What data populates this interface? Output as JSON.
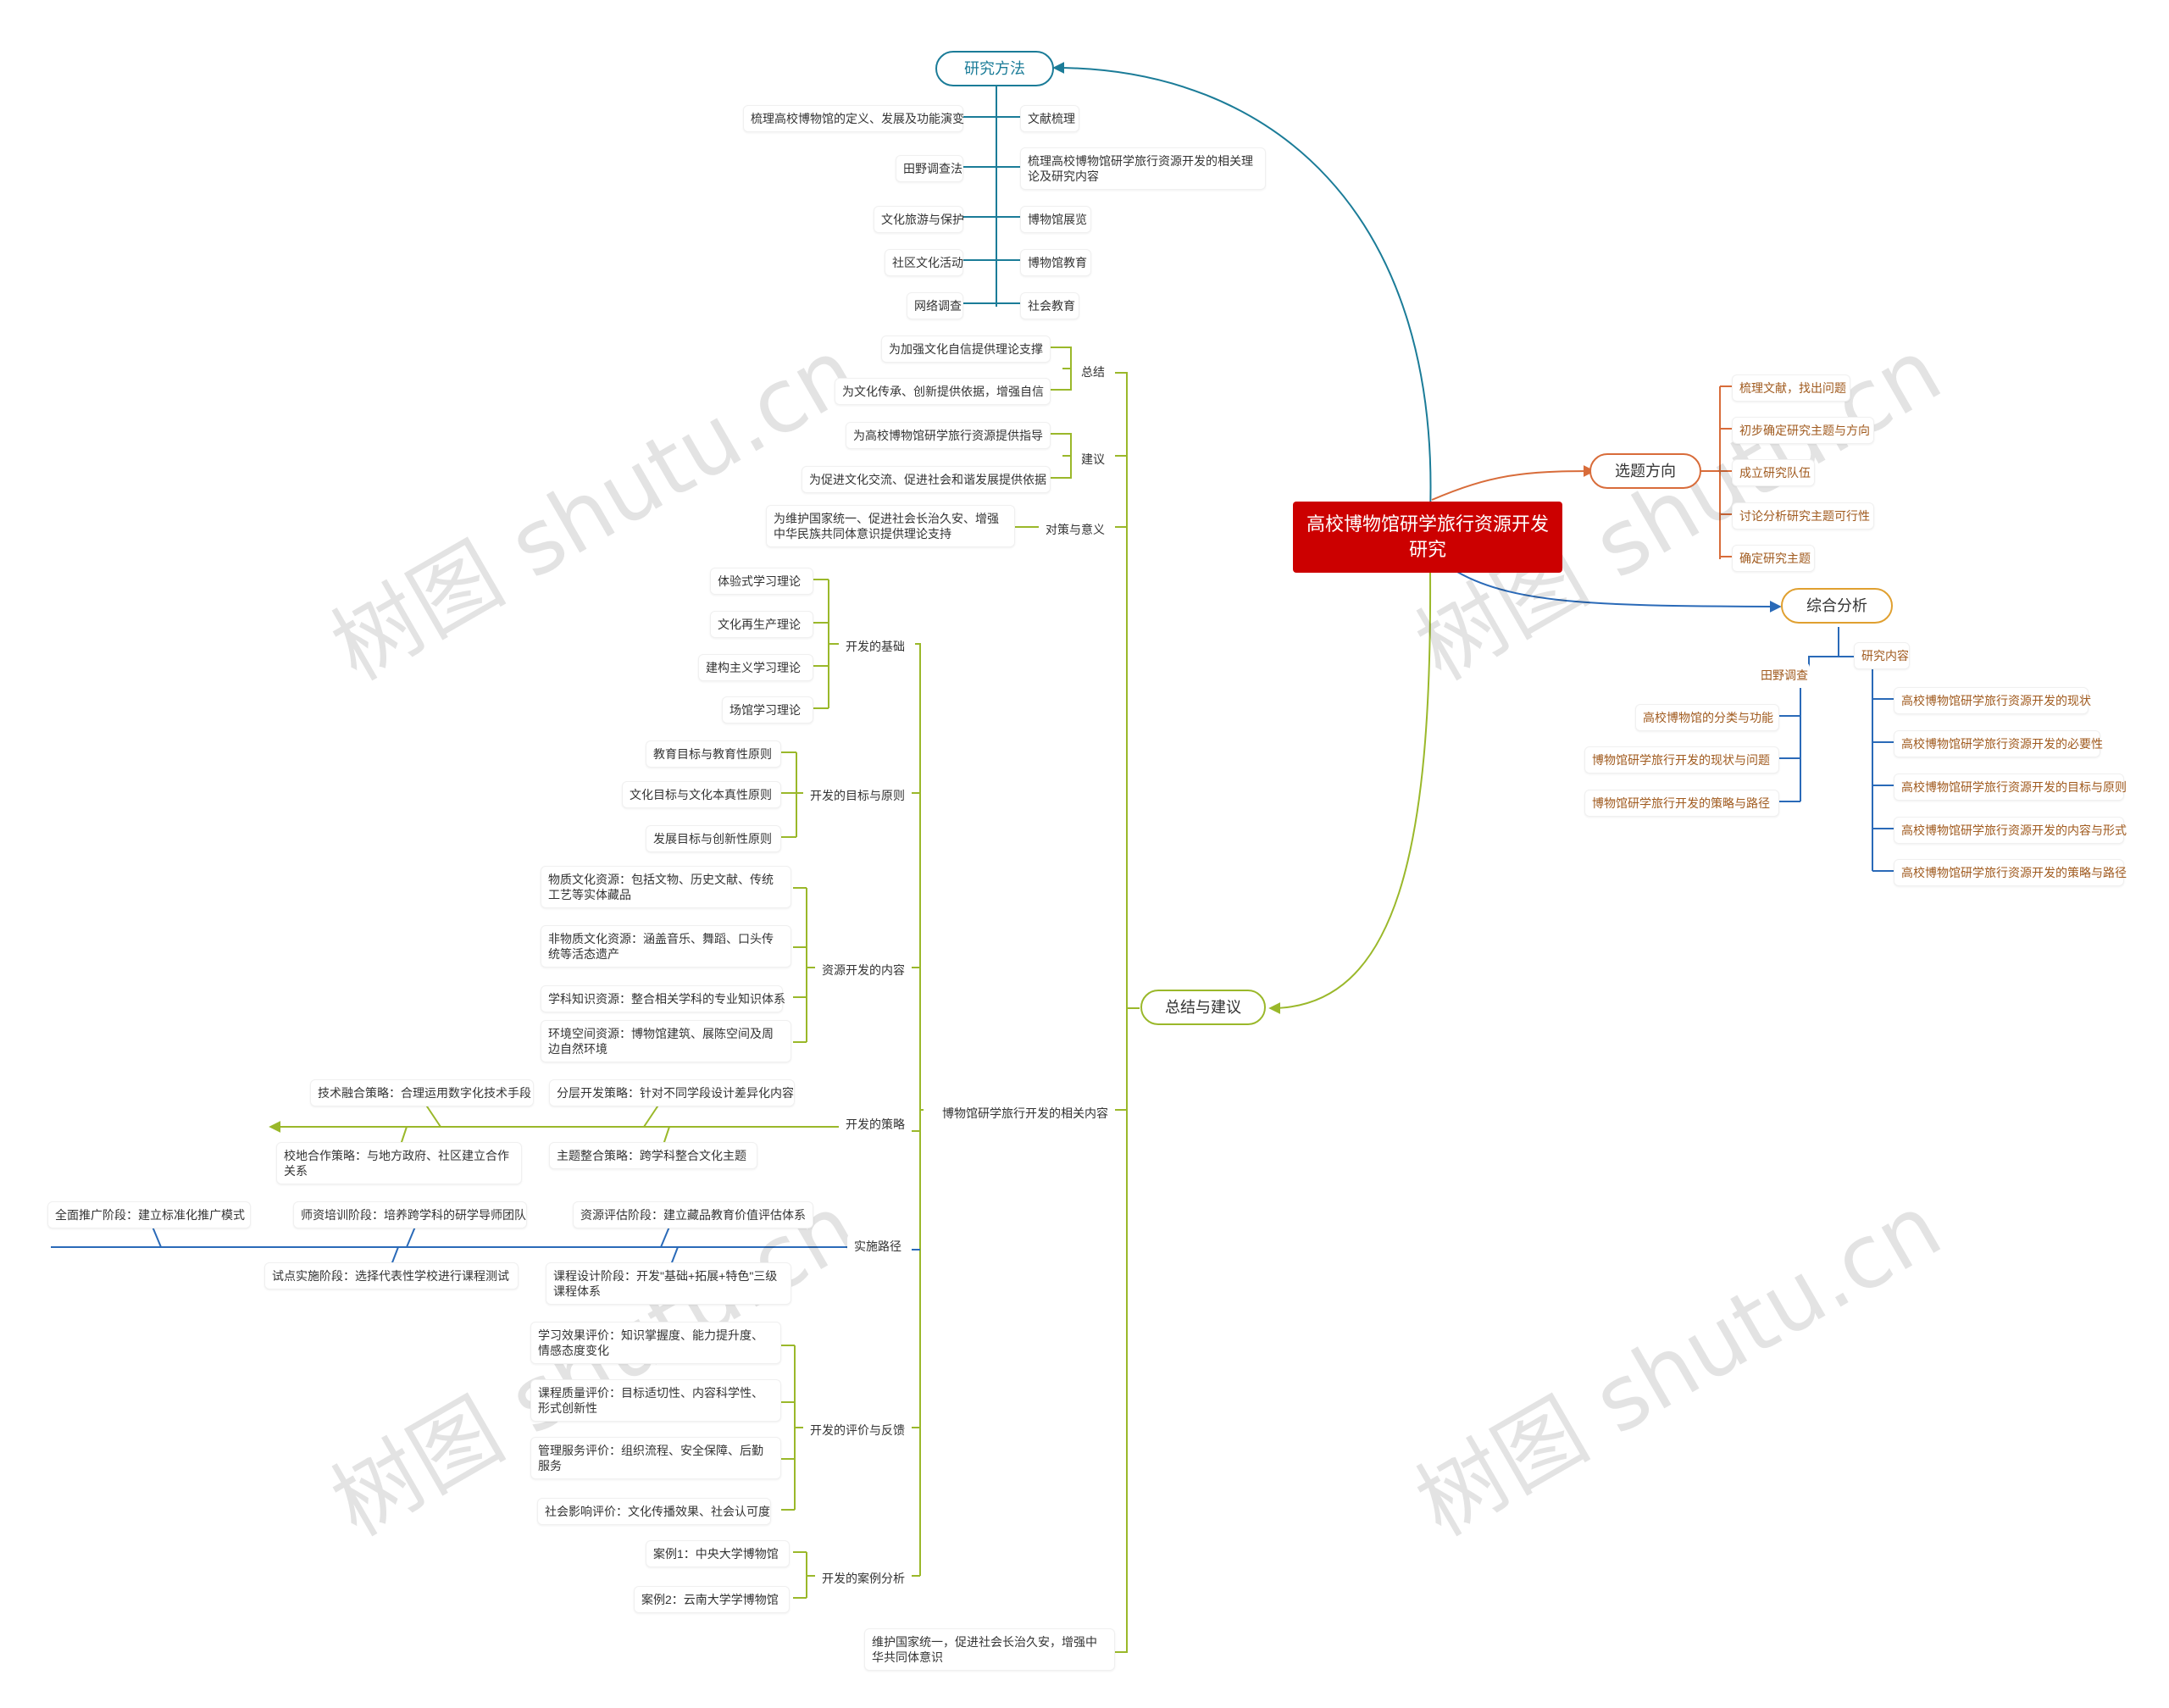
{
  "root": {
    "title": "高校博物馆研学旅行资源开发研究"
  },
  "topics": {
    "research_method": {
      "label": "研究方法",
      "left": [
        "梳理高校博物馆的定义、发展及功能演变",
        "田野调查法",
        "文化旅游与保护",
        "社区文化活动",
        "网络调查"
      ],
      "right": [
        "文献梳理",
        "梳理高校博物馆研学旅行资源开发的相关理论及研究内容",
        "博物馆展览",
        "博物馆教育",
        "社会教育"
      ]
    },
    "topic_direction": {
      "label": "选题方向",
      "items": [
        "梳理文献，找出问题",
        "初步确定研究主题与方向",
        "成立研究队伍",
        "讨论分析研究主题可行性",
        "确定研究主题"
      ]
    },
    "comprehensive_analysis": {
      "label": "综合分析",
      "field_survey": {
        "label": "田野调查",
        "items": [
          "高校博物馆的分类与功能",
          "博物馆研学旅行开发的现状与问题",
          "博物馆研学旅行开发的策略与路径"
        ]
      },
      "research_content": {
        "label": "研究内容",
        "items": [
          "高校博物馆研学旅行资源开发的现状",
          "高校博物馆研学旅行资源开发的必要性",
          "高校博物馆研学旅行资源开发的目标与原则",
          "高校博物馆研学旅行资源开发的内容与形式",
          "高校博物馆研学旅行资源开发的策略与路径"
        ]
      }
    },
    "summary_suggestions": {
      "label": "总结与建议",
      "summary": {
        "label": "总结",
        "items": [
          "为加强文化自信提供理论支撑",
          "为文化传承、创新提供依据，增强自信"
        ]
      },
      "suggestion": {
        "label": "建议",
        "items": [
          "为高校博物馆研学旅行资源提供指导",
          "为促进文化交流、促进社会和谐发展提供依据"
        ]
      },
      "countermeasure": {
        "label": "对策与意义",
        "items": [
          "为维护国家统一、促进社会长治久安、增强中华民族共同体意识提供理论支持"
        ]
      },
      "related": {
        "label": "博物馆研学旅行开发的相关内容",
        "foundation": {
          "label": "开发的基础",
          "items": [
            "体验式学习理论",
            "文化再生产理论",
            "建构主义学习理论",
            "场馆学习理论"
          ]
        },
        "goals": {
          "label": "开发的目标与原则",
          "items": [
            "教育目标与教育性原则",
            "文化目标与文化本真性原则",
            "发展目标与创新性原则"
          ]
        },
        "resources": {
          "label": "资源开发的内容",
          "items": [
            "物质文化资源：包括文物、历史文献、传统工艺等实体藏品",
            "非物质文化资源：涵盖音乐、舞蹈、口头传统等活态遗产",
            "学科知识资源：整合相关学科的专业知识体系",
            "环境空间资源：博物馆建筑、展陈空间及周边自然环境"
          ]
        },
        "strategy": {
          "label": "开发的策略",
          "top": [
            "技术融合策略：合理运用数字化技术手段",
            "分层开发策略：针对不同学段设计差异化内容"
          ],
          "bottom": [
            "校地合作策略：与地方政府、社区建立合作关系",
            "主题整合策略：跨学科整合文化主题"
          ]
        },
        "path": {
          "label": "实施路径",
          "top": [
            "全面推广阶段：建立标准化推广模式",
            "师资培训阶段：培养跨学科的研学导师团队",
            "资源评估阶段：建立藏品教育价值评估体系"
          ],
          "bottom": [
            "试点实施阶段：选择代表性学校进行课程测试",
            "课程设计阶段：开发\"基础+拓展+特色\"三级课程体系"
          ]
        },
        "evaluation": {
          "label": "开发的评价与反馈",
          "items": [
            "学习效果评价：知识掌握度、能力提升度、情感态度变化",
            "课程质量评价：目标适切性、内容科学性、形式创新性",
            "管理服务评价：组织流程、安全保障、后勤服务",
            "社会影响评价：文化传播效果、社会认可度"
          ]
        },
        "cases": {
          "label": "开发的案例分析",
          "items": [
            "案例1：中央大学博物馆",
            "案例2：云南大学学博物馆"
          ]
        }
      },
      "extra": "维护国家统一，促进社会长治久安，增强中华共同体意识"
    }
  },
  "watermark": "树图 shutu.cn",
  "colors": {
    "root": "#cc0000",
    "teal": "#1b7c98",
    "orange": "#d86c3a",
    "gold": "#e0a030",
    "blue": "#2a6ab8",
    "green": "#9ab82a"
  }
}
